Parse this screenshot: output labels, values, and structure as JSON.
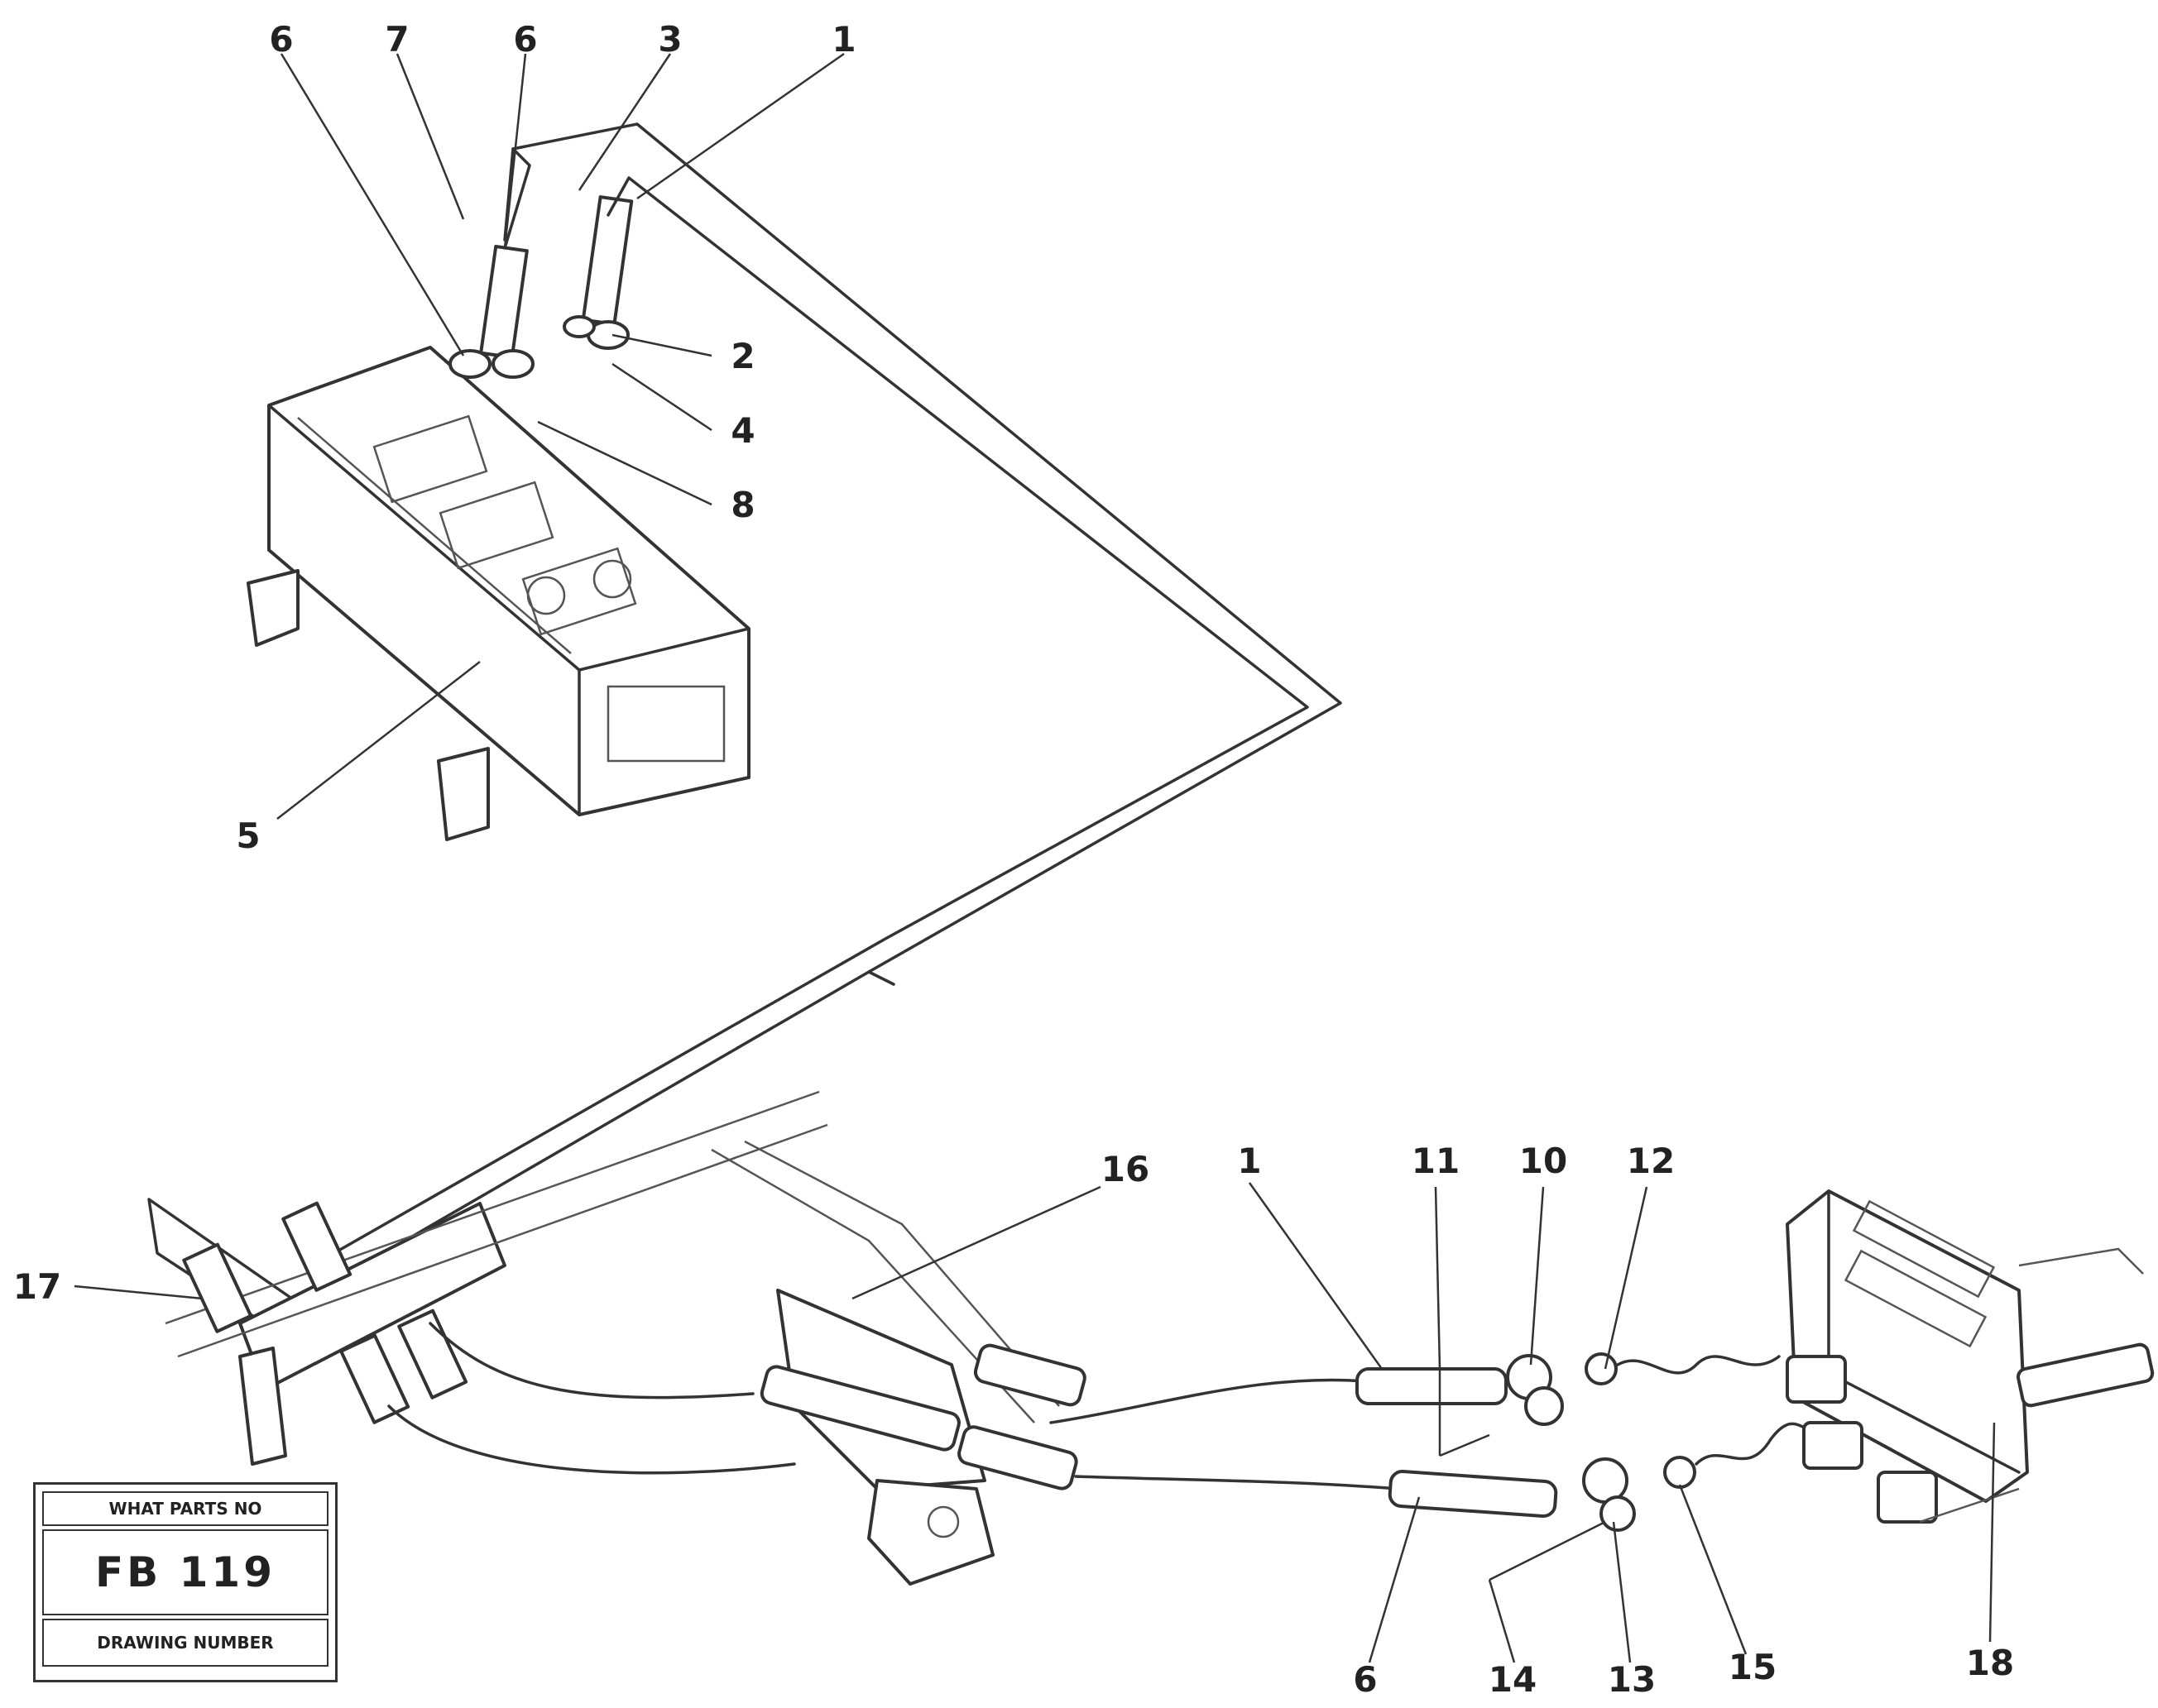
{
  "callouts": [
    "6",
    "7",
    "6",
    "3",
    "1",
    "2",
    "4",
    "8",
    "5",
    "17",
    "16",
    "1",
    "11",
    "10",
    "12",
    "6",
    "14",
    "13",
    "15",
    "18"
  ],
  "ref_box": {
    "top_text": "WHAT PARTS NO",
    "code": "FB 119",
    "bottom_text": "DRAWING NUMBER"
  }
}
